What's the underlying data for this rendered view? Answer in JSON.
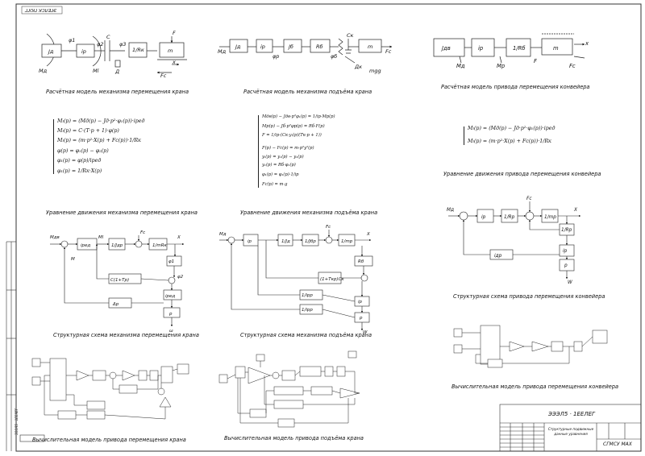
{
  "corner_stamp": "ЭГЕЛСК ГЮГГ",
  "captions": {
    "crane_travel_model": "Расчётная модель механизма перемещения крана",
    "hoist_model": "Расчётная модель механизма подъёма крана",
    "conveyor_model": "Расчётная модель привода перемещения конвейера",
    "crane_travel_eq": "Уравнение движения механизма перемещения крана",
    "hoist_eq": "Уравнение движения механизма подъёма крана",
    "conveyor_eq": "Уравнение движения привода перемещения конвейера",
    "crane_travel_struct": "Структурная схема механизма перемещения крана",
    "hoist_struct": "Структурная схема механизма подъёма крана",
    "conveyor_struct": "Структурная схема привода перемещения конвейера",
    "conveyor_sim": "Вычислительная модель привода перемещения конвейера",
    "crane_travel_sim": "Вычислительная модель привода перемещения крана",
    "hoist_sim": "Вычислительная модель привода подъёма крана"
  },
  "crane_travel_model": {
    "labels": [
      "Jд",
      "iр",
      "φ1",
      "φ2",
      "φ3",
      "С",
      "1/Rк",
      "m",
      "Д",
      "Мд",
      "Мl",
      "F",
      "Fc",
      "x"
    ]
  },
  "hoist_model": {
    "labels": [
      "Мд",
      "Jд",
      "iр",
      "Jб",
      "Rб",
      "Ск",
      "m",
      "Дк",
      "Fc",
      "φр",
      "φб",
      "mgg"
    ]
  },
  "conveyor_model": {
    "labels": [
      "Jдв",
      "iр",
      "1/Rб",
      "m",
      "Мд",
      "Мр",
      "F",
      "Fс",
      "x"
    ]
  },
  "crane_travel_equations": [
    "Mₗ(p) = (Mд(p) − Jд·p²·φ₁(p))·iред",
    "Mₗ(p) = C·(T·p + 1)·φ(p)",
    "Mₗ(p) = (m·p²·X(p) + Fс(p))·1/Rк",
    "φ(p) = φ₁(p) − φ₂(p)",
    "φ₁(p) = φ(p)/iред",
    "φ₁(p) = 1/Rк·X(p)"
  ],
  "hoist_equations": [
    "Mдв(p) − Jдв·p²φ₁(p) = 1/iр·Mр(p)",
    "Mр(p) − Jб·p²φр(p) = Rб·F(p)",
    "F = 1/iр·(Cк·yₗ(p)(Tк·p + 1))",
    "F(p) − Fс(p) = m·p²y²(p)",
    "yₗ(p) = y₁(p) − y₂(p)",
    "y₁(p) = Rб·φ₁(p)",
    "φ₁(p) = φ₁(p)·1/iр",
    "Fс(p) = m·g"
  ],
  "conveyor_equations": [
    "Mₗ(p) = (Mд(p) − Jд·p²·φ₁(p))·iред",
    "Mₗ(p) = (m·p²·X(p) + Fс(p))·1/Rк"
  ],
  "crane_travel_struct": {
    "labels": [
      "Мдв",
      "М",
      "iред",
      "1/Jдр",
      "Fc",
      "1/mRк",
      "X",
      "φ1",
      "φ2",
      "C(1+Tp)",
      "iред",
      "Δр",
      "р",
      "ω",
      "Мl"
    ]
  },
  "hoist_struct": {
    "labels": [
      "Мд",
      "iр",
      "1/Jд",
      "1/Jбр",
      "Fc",
      "1/mр",
      "X",
      "Rб",
      "(1+Tкр)Ск",
      "1/iрр",
      "1/iрр",
      "iр",
      "р",
      "W"
    ]
  },
  "conveyor_struct": {
    "labels": [
      "Мд",
      "iр",
      "1/Rр",
      "Fc",
      "1/mр",
      "X",
      "1/Rр",
      "iр",
      "р",
      "iдр",
      "W"
    ]
  },
  "title_block": {
    "code_main": "ЭЭЭЛ5 · 1ЕЕЛЕГ",
    "code_side": "ЭЭЭЛ5 · 1ЕЕЛЕГ",
    "doc_title": "Структурные подвижные данные уравнения",
    "org": "СГМСУ МАХ"
  }
}
